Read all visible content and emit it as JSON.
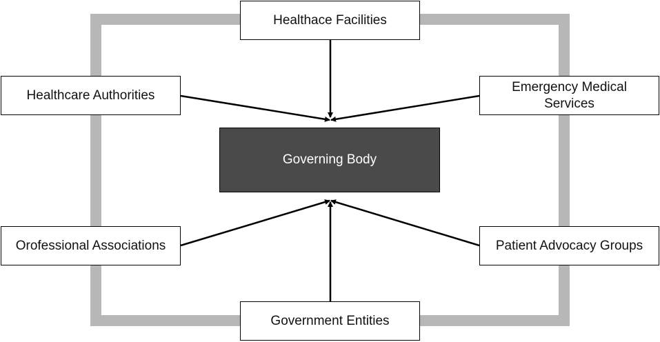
{
  "center": {
    "label": "Governing Body"
  },
  "nodes": {
    "top": {
      "label": "Healthace Facilities"
    },
    "top_left": {
      "label": "Healthcare Authorities"
    },
    "top_right": {
      "line1": "Emergency Medical",
      "line2": "Services"
    },
    "bottom_left": {
      "label": "Orofessional Associations"
    },
    "bottom_right": {
      "label": "Patient Advocacy Groups"
    },
    "bottom": {
      "label": "Government Entities"
    }
  },
  "colors": {
    "frame": "#b7b7b7",
    "center_fill": "#4a4a4a",
    "center_text": "#ffffff",
    "arrow": "#000000"
  }
}
